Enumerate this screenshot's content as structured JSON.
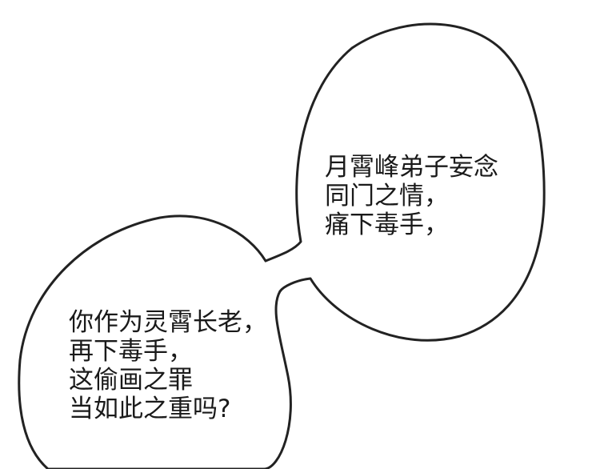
{
  "colors": {
    "background": "#ffffff",
    "ink": "#1a1a1a",
    "outline": "#222222"
  },
  "bubbles": {
    "top_right": {
      "lines": [
        "月霄峰弟子妄念",
        "同门之情，",
        "痛下毒手，"
      ]
    },
    "bottom_left": {
      "lines": [
        "你作为灵霄长老，",
        "再下毒手，",
        "这偷画之罪",
        "当如此之重吗?"
      ]
    }
  }
}
